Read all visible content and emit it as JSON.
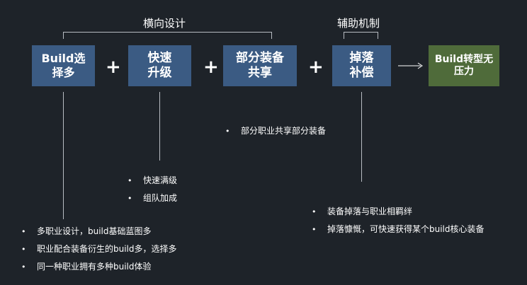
{
  "brackets": {
    "horizontal_design": "横向设计",
    "support_mechanism": "辅助机制"
  },
  "boxes": {
    "build_choice": {
      "line1": "Build选",
      "line2": "择多"
    },
    "fast_levelup": {
      "line1": "快速",
      "line2": "升级"
    },
    "shared_gear": {
      "line1": "部分装备",
      "line2": "共享"
    },
    "drop_compensation": {
      "line1": "掉落",
      "line2": "补偿"
    },
    "result": {
      "line1": "Build转型无",
      "line2": "压力"
    }
  },
  "operators": {
    "plus": "+"
  },
  "notes": {
    "shared_gear": [
      "部分职业共享部分装备"
    ],
    "fast_levelup": [
      "快速满级",
      "组队加成"
    ],
    "drop_compensation": [
      "装备掉落与职业相羁绊",
      "掉落慷慨，可快速获得某个build核心装备"
    ],
    "build_choice": [
      "多职业设计，build基础蓝图多",
      "职业配合装备衍生的build多，选择多",
      "同一种职业拥有多种build体验"
    ]
  },
  "colors": {
    "background": "#1e2329",
    "box_blue": "#3b5b83",
    "box_green": "#4f6b3a",
    "line": "#b8bcc2"
  }
}
